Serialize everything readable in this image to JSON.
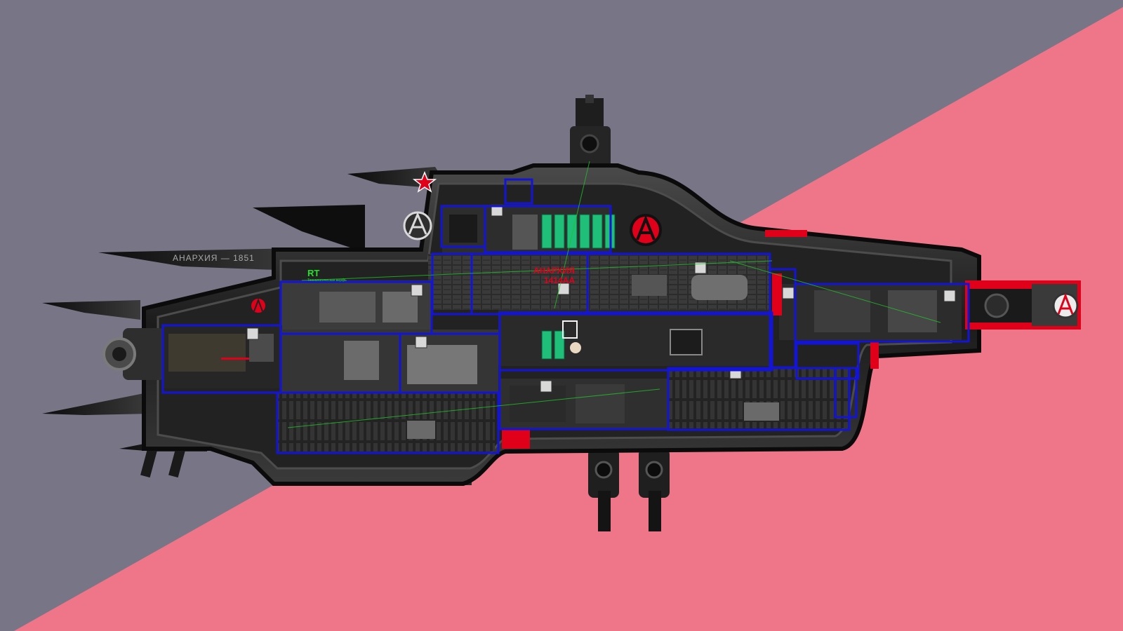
{
  "background": {
    "colors": {
      "grey": "#787586",
      "pink": "#ee7688"
    }
  },
  "ship": {
    "hull_name": "АНАРХИЯ — 1851",
    "label_rt": "RT",
    "label_rt_sub": "Технологическая верфь",
    "label_red_room": "АНАРХИЯ",
    "label_red_room_sub": "1414AA",
    "colors": {
      "hull_dark": "#161616",
      "hull_mid": "#3a3a3a",
      "hull_light": "#5c5c5c",
      "room_outline": "#1414d6",
      "accent_red": "#e0001a",
      "console_green": "#1fbf7a",
      "rt_green": "#22e22a"
    },
    "icons": [
      "anarchy-emblem-icon",
      "red-star-icon",
      "fist-icon",
      "reactor-icon",
      "weapon-mount-icon",
      "system-console-icon"
    ]
  }
}
